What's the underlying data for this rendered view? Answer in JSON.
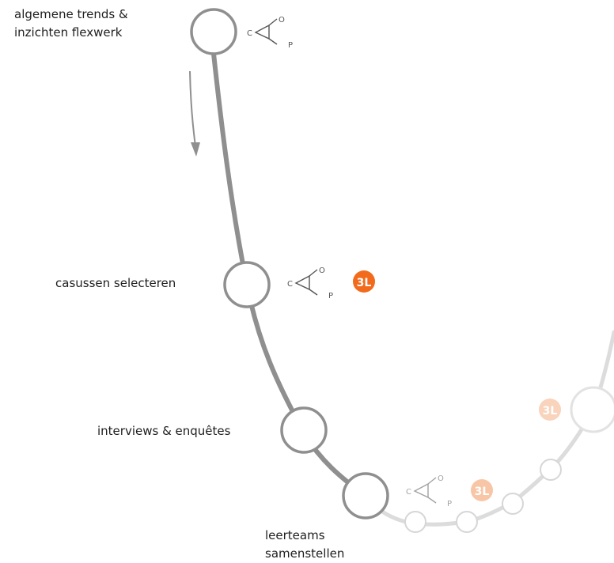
{
  "steps": [
    {
      "label_lines": [
        "algemene trends &",
        "inzichten flexwerk"
      ],
      "active": true,
      "cop": true,
      "logo": false
    },
    {
      "label_lines": [
        "casussen selecteren"
      ],
      "active": true,
      "cop": true,
      "logo": true
    },
    {
      "label_lines": [
        "interviews & enquêtes"
      ],
      "active": true,
      "cop": false,
      "logo": false
    },
    {
      "label_lines": [
        "leerteams",
        "samenstellen"
      ],
      "active": true,
      "cop": true,
      "logo": true
    }
  ],
  "cop_glyph": {
    "c": "C",
    "o": "O",
    "p": "P"
  },
  "logo_text": "3L",
  "colors": {
    "active_path": "#8f8f8f",
    "inactive_path": "#dcdcdc",
    "logo_active": "#f26a1b",
    "logo_faded": "#f8c6a6",
    "text": "#1e1e1e"
  }
}
